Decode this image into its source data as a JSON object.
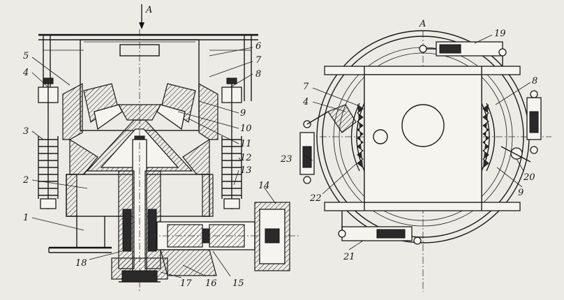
{
  "section_marks": {
    "left_top": "A",
    "right_top": "A"
  },
  "left_labels": [
    {
      "id": "5",
      "text": "5"
    },
    {
      "id": "4",
      "text": "4"
    },
    {
      "id": "3",
      "text": "3"
    },
    {
      "id": "2",
      "text": "2"
    },
    {
      "id": "1",
      "text": "1"
    },
    {
      "id": "18",
      "text": "18"
    },
    {
      "id": "17",
      "text": "17"
    },
    {
      "id": "16",
      "text": "16"
    },
    {
      "id": "15",
      "text": "15"
    },
    {
      "id": "14",
      "text": "14"
    },
    {
      "id": "13",
      "text": "13"
    },
    {
      "id": "12",
      "text": "12"
    },
    {
      "id": "11",
      "text": "11"
    },
    {
      "id": "10",
      "text": "10"
    },
    {
      "id": "9",
      "text": "9"
    },
    {
      "id": "8",
      "text": "8"
    },
    {
      "id": "7",
      "text": "7"
    },
    {
      "id": "6",
      "text": "6"
    }
  ],
  "right_labels": [
    {
      "id": "19",
      "text": "19"
    },
    {
      "id": "8",
      "text": "8"
    },
    {
      "id": "7",
      "text": "7"
    },
    {
      "id": "4",
      "text": "4"
    },
    {
      "id": "23",
      "text": "23"
    },
    {
      "id": "22",
      "text": "22"
    },
    {
      "id": "20",
      "text": "20"
    },
    {
      "id": "9",
      "text": "9"
    },
    {
      "id": "21",
      "text": "21"
    }
  ]
}
